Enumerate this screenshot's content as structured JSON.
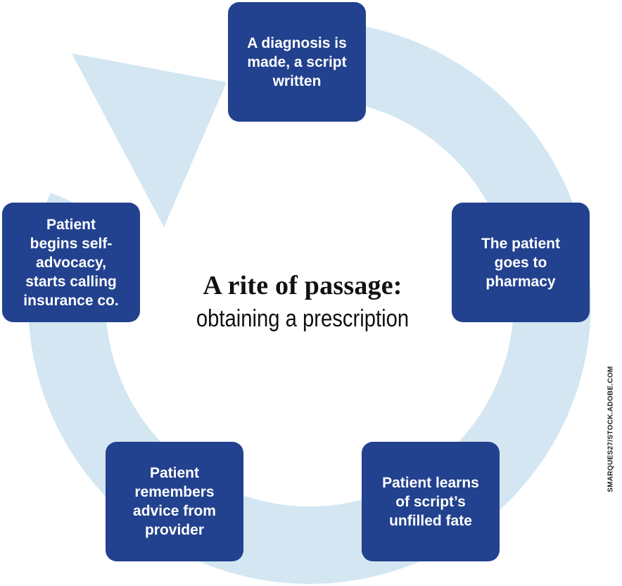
{
  "title": "A rite of passage:",
  "subtitle": "obtaining a prescription",
  "steps": [
    {
      "id": "diagnosis",
      "label": "A diagnosis is\nmade, a script\nwritten"
    },
    {
      "id": "pharmacy",
      "label": "The patient\ngoes to\npharmacy"
    },
    {
      "id": "unfilled",
      "label": "Patient learns\nof script’s\nunfilled fate"
    },
    {
      "id": "remembers",
      "label": "Patient\nremembers\nadvice from\nprovider"
    },
    {
      "id": "advocacy",
      "label": "Patient\nbegins self-\nadvocacy,\nstarts calling\ninsurance co."
    }
  ],
  "credit": "SMARQUES27/STOCK.ADOBE.COM",
  "colors": {
    "box": "#22418e",
    "ring": "#d3e6f2",
    "box_text": "#ffffff",
    "title_text": "#111111"
  }
}
